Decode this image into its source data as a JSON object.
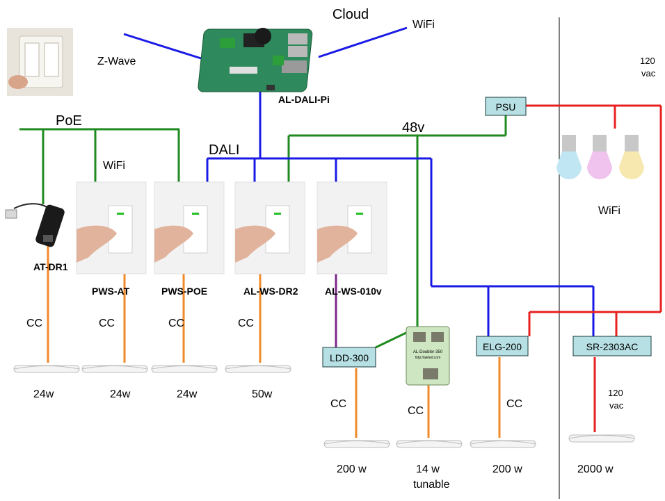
{
  "title": "Cloud",
  "wireless": {
    "zwave": "Z-Wave",
    "wifi_top": "WiFi",
    "wifi_switch": "WiFi",
    "wifi_bulbs": "WiFi"
  },
  "buses": {
    "poe": "PoE",
    "dali": "DALI",
    "v48": "48v"
  },
  "hub": {
    "label": "AL-DALI-Pi"
  },
  "ac": {
    "top": [
      "120",
      "vac"
    ],
    "right": [
      "120",
      "vac"
    ]
  },
  "psu": "PSU",
  "switches": [
    {
      "label": "AT-DR1"
    },
    {
      "label": "PWS-AT"
    },
    {
      "label": "PWS-POE"
    },
    {
      "label": "AL-WS-DR2"
    },
    {
      "label": "AL-WS-010v"
    }
  ],
  "drivers": [
    "LDD-300",
    "ELG-200",
    "SR-2303AC"
  ],
  "doubler": {
    "line1": "AL-Doubler-350",
    "line2": "http://aleled.com"
  },
  "cc_label": "CC",
  "loads": [
    "24w",
    "24w",
    "24w",
    "50w",
    "200 w",
    "14 w",
    "200 w",
    "2000 w"
  ],
  "loads_sub": "tunable",
  "colors": {
    "poe": "#1f8a1f",
    "dali": "#1a1ae6",
    "ac": "#e82020",
    "cc": "#f08a2a",
    "v010": "#7a2a8a",
    "driver_box": "#b7e0e4"
  }
}
